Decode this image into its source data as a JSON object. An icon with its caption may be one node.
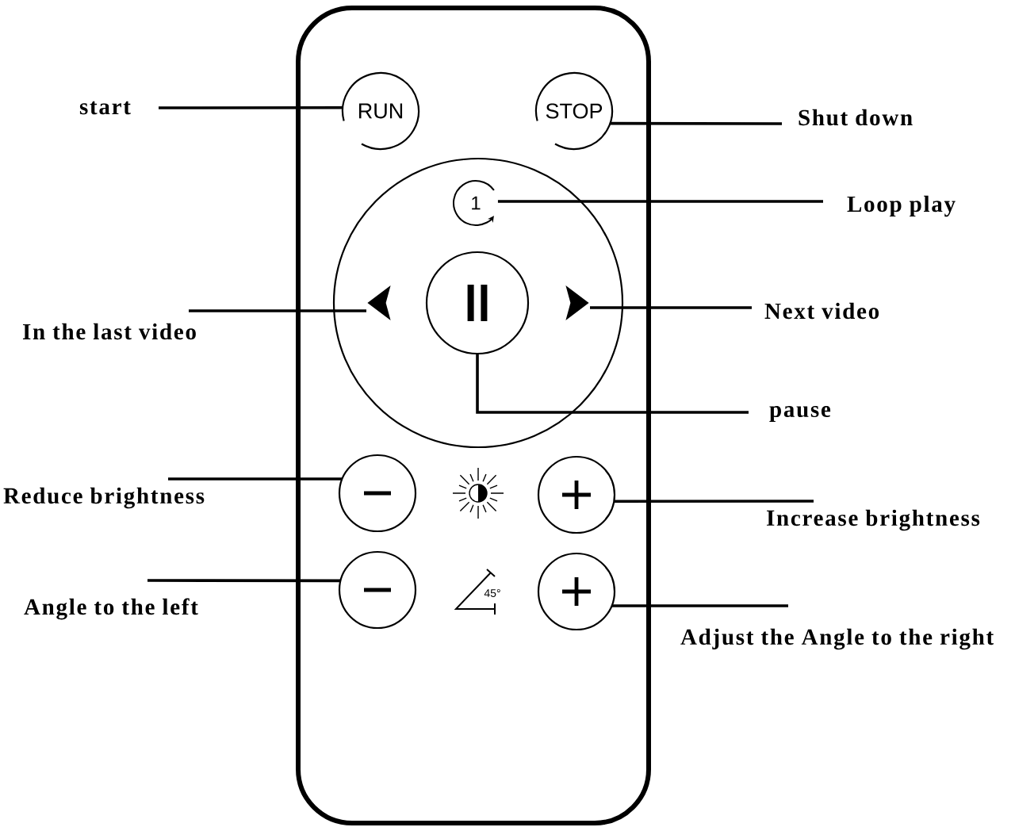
{
  "diagram": {
    "nodes": [
      {
        "text": [],
        "shape": "box"
      },
      {
        "text": [
          "RUN"
        ],
        "in": 0
      },
      {
        "text": [
          "STOP"
        ],
        "in": 0
      },
      {
        "text": [],
        "shape": "circle",
        "in": 0
      },
      {
        "text": [
          "1"
        ],
        "in": 3
      },
      {
        "text": [],
        "shape": "triangle",
        "in": 3
      },
      {
        "text": [],
        "shape": "circle",
        "in": 3
      },
      {
        "text": [],
        "shape": "triangle",
        "in": 3
      },
      {
        "text": [],
        "shape": "circle",
        "in": 0
      },
      {
        "text": [],
        "shape": "circle",
        "in": 0
      },
      {
        "text": [],
        "shape": "circle",
        "in": 0
      },
      {
        "text": [],
        "shape": "circle",
        "in": 0
      },
      {
        "text": [
          "start"
        ]
      },
      {
        "text": [
          "Shut down"
        ]
      },
      {
        "text": [
          "Loop play"
        ]
      },
      {
        "text": [
          "In the last video"
        ]
      },
      {
        "text": [
          "Next video"
        ]
      },
      {
        "text": [
          "pause"
        ]
      },
      {
        "text": [
          "Reduce brightness"
        ]
      },
      {
        "text": [
          "Increase brightness"
        ]
      },
      {
        "text": [
          "Angle to the left"
        ]
      },
      {
        "text": [
          "Adjust the Angle to the right"
        ]
      }
    ],
    "edges": [
      {
        "from": 12,
        "to": 1,
        "arrow": "none"
      },
      {
        "from": 13,
        "to": 2,
        "arrow": "none"
      },
      {
        "from": 14,
        "to": 4,
        "arrow": "none"
      },
      {
        "from": 15,
        "to": 5,
        "arrow": "none"
      },
      {
        "from": 16,
        "to": 7,
        "arrow": "none"
      },
      {
        "from": 17,
        "to": 6,
        "arrow": "none"
      },
      {
        "from": 18,
        "to": 8,
        "arrow": "none"
      },
      {
        "from": 19,
        "to": 9,
        "arrow": "none"
      },
      {
        "from": 20,
        "to": 10,
        "arrow": "none"
      },
      {
        "from": 21,
        "to": 11,
        "arrow": "none"
      }
    ],
    "labels": [
      "45°"
    ]
  }
}
